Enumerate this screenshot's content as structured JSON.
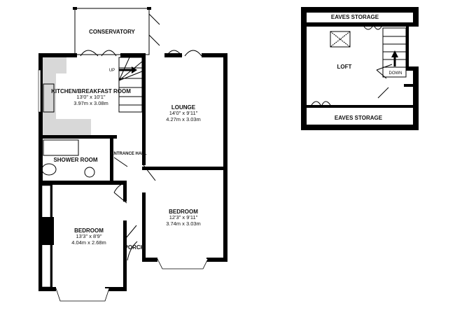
{
  "ground_floor": {
    "conservatory": {
      "name": "CONSERVATORY"
    },
    "stairs_label": "UP",
    "kitchen": {
      "name": "KITCHEN/BREAKFAST ROOM",
      "imperial": "13'0\"  x 10'1\"",
      "metric": "3.97m  x 3.08m"
    },
    "lounge": {
      "name": "LOUNGE",
      "imperial": "14'0\"  x 9'11\"",
      "metric": "4.27m  x 3.03m"
    },
    "entrance_hall": {
      "name": "ENTRANCE HALL"
    },
    "shower_room": {
      "name": "SHOWER ROOM"
    },
    "bedroom_1": {
      "name": "BEDROOM",
      "imperial": "13'3\"  x 8'9\"",
      "metric": "4.04m  x 2.68m"
    },
    "bedroom_2": {
      "name": "BEDROOM",
      "imperial": "12'3\"  x 9'11\"",
      "metric": "3.74m  x 3.03m"
    },
    "porch": {
      "name": "PORCH"
    }
  },
  "loft_floor": {
    "eaves_top": {
      "name": "EAVES STORAGE"
    },
    "loft": {
      "name": "LOFT"
    },
    "stairs_label": "DOWN",
    "eaves_bottom": {
      "name": "EAVES STORAGE"
    }
  }
}
